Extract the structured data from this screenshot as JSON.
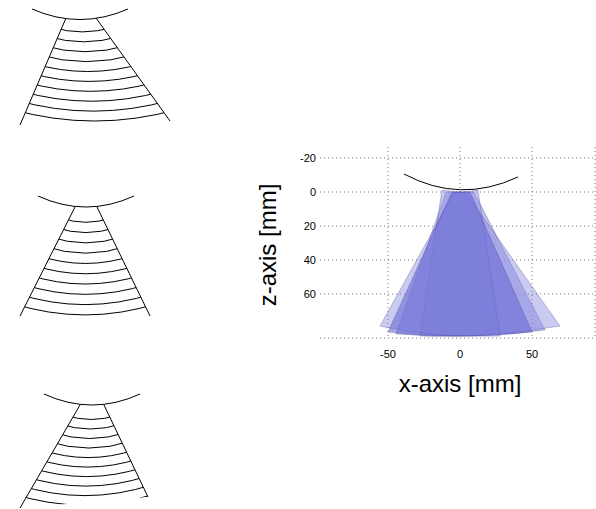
{
  "diagram": {
    "labels": [
      "-20",
      "0",
      "20",
      "40",
      "60",
      "-50",
      "0",
      "50",
      "z-axis [mm]",
      "x-axis [mm]"
    ]
  }
}
